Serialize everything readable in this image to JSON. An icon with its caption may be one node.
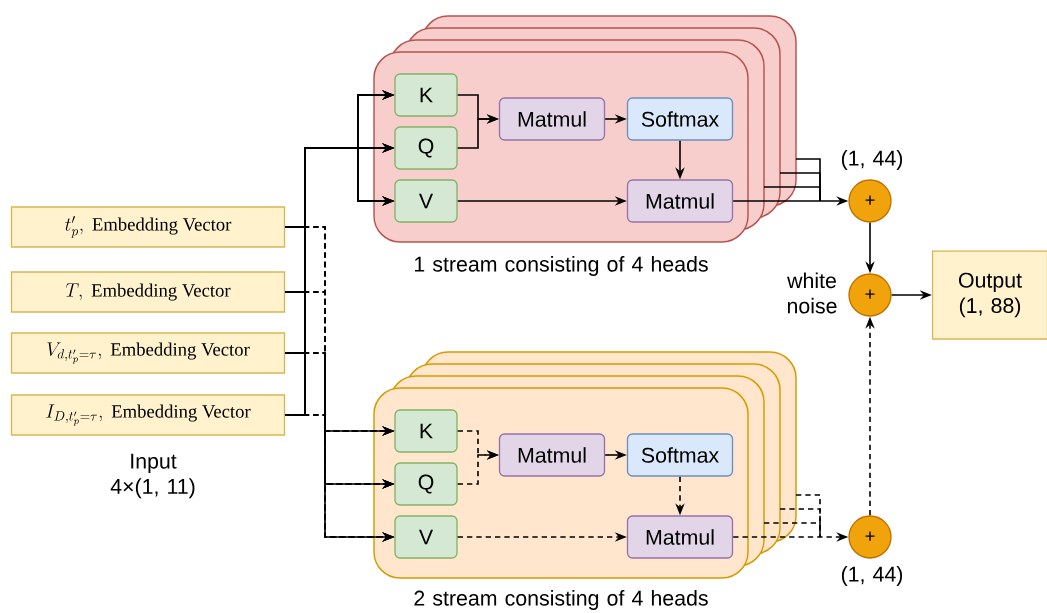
{
  "diagram": {
    "nodes": [
      {
        "text": [
          "t'_p,\\ \\mbox{Embedding Vector}"
        ]
      },
      {
        "text": [
          "T,\\ \\mbox{Embedding Vector}"
        ]
      },
      {
        "text": [
          "V_{d,t'_p=\\tau},\\ \\mbox{Embedding Vector}"
        ]
      },
      {
        "text": [
          "I_{D,t'_p=\\tau},\\ \\mbox{Embedding Vector}"
        ]
      },
      {
        "text": [],
        "shape": "box",
        "beside": [
          "1 stream consisting of 4 heads"
        ]
      },
      {
        "text": [
          "K"
        ],
        "in": 4
      },
      {
        "text": [
          "Q"
        ],
        "in": 4
      },
      {
        "text": [
          "V"
        ],
        "in": 4
      },
      {
        "text": [
          "Matmul"
        ],
        "in": 4
      },
      {
        "text": [
          "Softmax"
        ],
        "in": 4
      },
      {
        "text": [
          "Matmul"
        ],
        "in": 4
      },
      {
        "text": [],
        "shape": "box",
        "beside": [
          "2 stream consisting of 4 heads"
        ]
      },
      {
        "text": [
          "K"
        ],
        "in": 11
      },
      {
        "text": [
          "Q"
        ],
        "in": 11
      },
      {
        "text": [
          "V"
        ],
        "in": 11
      },
      {
        "text": [
          "Matmul"
        ],
        "in": 11
      },
      {
        "text": [
          "Softmax"
        ],
        "in": 11
      },
      {
        "text": [
          "Matmul"
        ],
        "in": 11
      },
      {
        "text": [
          "+"
        ],
        "beside": [
          "(1, 44)"
        ]
      },
      {
        "text": [
          "+"
        ],
        "beside": [
          "white noise"
        ]
      },
      {
        "text": [
          "+"
        ],
        "beside": [
          "(1, 44)"
        ]
      },
      {
        "text": [
          "Output (1, 88)"
        ]
      }
    ],
    "edges": [
      {
        "from": 0,
        "to": 5,
        "arrow": "to"
      },
      {
        "from": 0,
        "to": 6,
        "arrow": "to"
      },
      {
        "from": 0,
        "to": 7,
        "arrow": "to"
      },
      {
        "from": 1,
        "to": 5,
        "arrow": "to"
      },
      {
        "from": 1,
        "to": 6,
        "arrow": "to"
      },
      {
        "from": 1,
        "to": 7,
        "arrow": "to"
      },
      {
        "from": 2,
        "to": 5,
        "arrow": "to"
      },
      {
        "from": 2,
        "to": 6,
        "arrow": "to"
      },
      {
        "from": 2,
        "to": 7,
        "arrow": "to"
      },
      {
        "from": 3,
        "to": 5,
        "arrow": "to"
      },
      {
        "from": 3,
        "to": 6,
        "arrow": "to"
      },
      {
        "from": 3,
        "to": 7,
        "arrow": "to"
      },
      {
        "from": 5,
        "to": 8,
        "arrow": "to"
      },
      {
        "from": 6,
        "to": 8,
        "arrow": "to"
      },
      {
        "from": 8,
        "to": 9,
        "arrow": "to"
      },
      {
        "from": 9,
        "to": 10,
        "arrow": "to"
      },
      {
        "from": 7,
        "to": 10,
        "arrow": "to"
      },
      {
        "from": 10,
        "to": 18,
        "arrow": "to"
      },
      {
        "from": 0,
        "to": 12,
        "arrow": "to",
        "style": "dashed"
      },
      {
        "from": 0,
        "to": 13,
        "arrow": "to",
        "style": "dashed"
      },
      {
        "from": 0,
        "to": 14,
        "arrow": "to",
        "style": "dashed"
      },
      {
        "from": 1,
        "to": 12,
        "arrow": "to",
        "style": "dashed"
      },
      {
        "from": 1,
        "to": 13,
        "arrow": "to",
        "style": "dashed"
      },
      {
        "from": 1,
        "to": 14,
        "arrow": "to",
        "style": "dashed"
      },
      {
        "from": 2,
        "to": 12,
        "arrow": "to",
        "style": "dashed"
      },
      {
        "from": 2,
        "to": 13,
        "arrow": "to",
        "style": "dashed"
      },
      {
        "from": 2,
        "to": 14,
        "arrow": "to",
        "style": "dashed"
      },
      {
        "from": 3,
        "to": 12,
        "arrow": "to",
        "style": "dashed"
      },
      {
        "from": 3,
        "to": 13,
        "arrow": "to",
        "style": "dashed"
      },
      {
        "from": 3,
        "to": 14,
        "arrow": "to",
        "style": "dashed"
      },
      {
        "from": 12,
        "to": 15,
        "arrow": "to",
        "style": "dashed"
      },
      {
        "from": 13,
        "to": 15,
        "arrow": "to",
        "style": "dashed"
      },
      {
        "from": 15,
        "to": 16,
        "arrow": "to"
      },
      {
        "from": 16,
        "to": 17,
        "arrow": "to",
        "style": "dashed"
      },
      {
        "from": 14,
        "to": 17,
        "arrow": "to",
        "style": "dashed"
      },
      {
        "from": 17,
        "to": 20,
        "arrow": "to",
        "style": "dashed"
      },
      {
        "from": 18,
        "to": 19,
        "arrow": "to"
      },
      {
        "from": 20,
        "to": 19,
        "arrow": "to",
        "style": "dashed"
      },
      {
        "from": 19,
        "to": 21,
        "arrow": "to"
      }
    ],
    "labels": [
      "Input 4×(1, 11)"
    ]
  }
}
